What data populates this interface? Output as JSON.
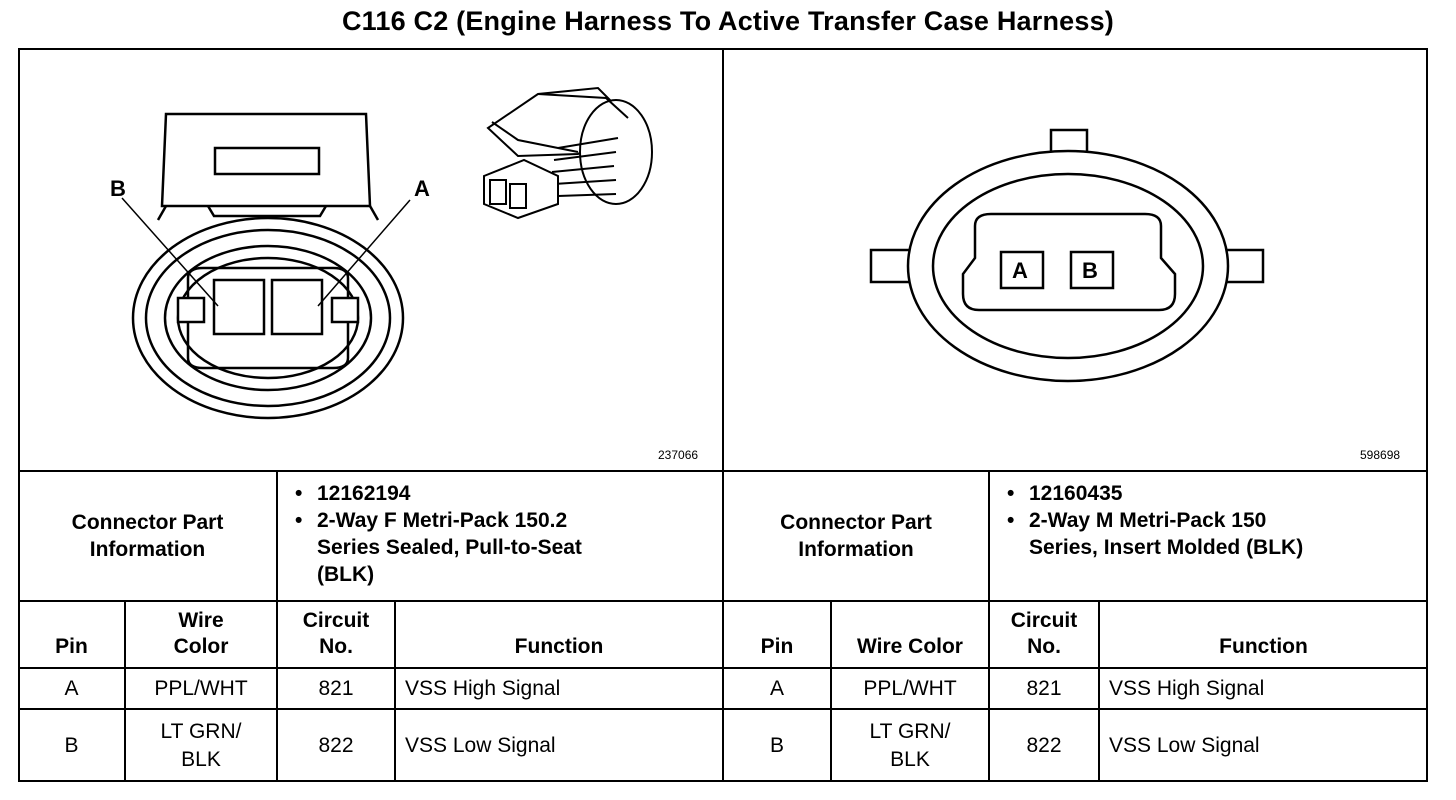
{
  "title": "C116 C2 (Engine Harness To Active Transfer Case Harness)",
  "left": {
    "image_id": "237066",
    "pin_labels": [
      "B",
      "A"
    ],
    "part_info_label": "Connector Part Information",
    "part_details": [
      "12162194",
      "2-Way F Metri-Pack 150.2 Series Sealed, Pull-to-Seat (BLK)"
    ],
    "headers": {
      "pin": "Pin",
      "wire": "Wire Color",
      "circuit": "Circuit No.",
      "function": "Function"
    },
    "rows": [
      {
        "pin": "A",
        "wire": "PPL/WHT",
        "circuit": "821",
        "function": "VSS High Signal"
      },
      {
        "pin": "B",
        "wire": "LT GRN/ BLK",
        "circuit": "822",
        "function": "VSS Low Signal"
      }
    ]
  },
  "right": {
    "image_id": "598698",
    "pin_labels": [
      "A",
      "B"
    ],
    "part_info_label": "Connector Part Information",
    "part_details": [
      "12160435",
      "2-Way M Metri-Pack 150 Series, Insert Molded (BLK)"
    ],
    "headers": {
      "pin": "Pin",
      "wire": "Wire Color",
      "circuit": "Circuit No.",
      "function": "Function"
    },
    "rows": [
      {
        "pin": "A",
        "wire": "PPL/WHT",
        "circuit": "821",
        "function": "VSS High Signal"
      },
      {
        "pin": "B",
        "wire": "LT GRN/ BLK",
        "circuit": "822",
        "function": "VSS Low Signal"
      }
    ]
  }
}
